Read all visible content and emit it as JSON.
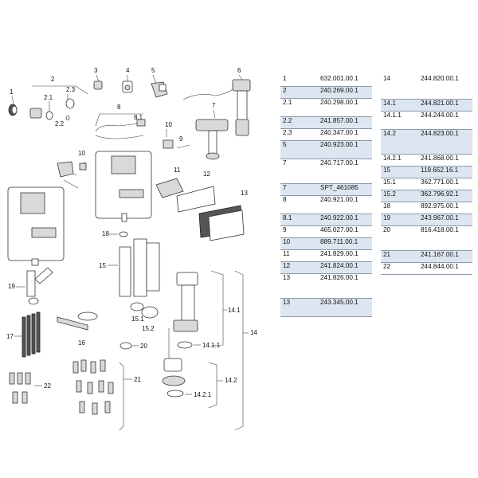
{
  "callouts": {
    "c1": "1",
    "c2": "2",
    "c2_1": "2.1",
    "c2_2": "2.2",
    "c2_3": "2.3",
    "c3": "3",
    "c4": "4",
    "c5": "5",
    "c6": "6",
    "c7": "7",
    "c8": "8",
    "c8_1": "8.1",
    "c9": "9",
    "c10a": "10",
    "c10b": "10",
    "c11": "11",
    "c12": "12",
    "c13": "13",
    "c14": "14",
    "c14_1": "14.1",
    "c14_1_1": "14.1.1",
    "c14_2": "14.2",
    "c14_2_1": "14.2.1",
    "c15": "15",
    "c15_1": "15.1",
    "c15_2": "15.2",
    "c16": "16",
    "c17": "17",
    "c18": "18",
    "c19": "19",
    "c20": "20",
    "c21": "21",
    "c22": "22"
  },
  "parts_left": [
    {
      "pos": "1",
      "article": "632.001.00.1",
      "shade": false
    },
    {
      "pos": "2",
      "article": "240.269.00.1",
      "shade": true
    },
    {
      "pos": "2.1",
      "article": "240.298.00.1",
      "shade": false,
      "tall": true
    },
    {
      "pos": "2.2",
      "article": "241.857.00.1",
      "shade": true
    },
    {
      "pos": "2.3",
      "article": "240.347.00.1",
      "shade": false
    },
    {
      "pos": "5",
      "article": "240.923.00.1",
      "shade": true,
      "tall": true
    },
    {
      "pos": "7",
      "article": "240.717.00.1",
      "shade": false,
      "taller": true
    },
    {
      "pos": "7",
      "article": "SPT_461085",
      "shade": true
    },
    {
      "pos": "8",
      "article": "240.921.00.1",
      "shade": false,
      "tall": true
    },
    {
      "pos": "8.1",
      "article": "240.922.00.1",
      "shade": true
    },
    {
      "pos": "9",
      "article": "465.027.00.1",
      "shade": false
    },
    {
      "pos": "10",
      "article": "889.711.00.1",
      "shade": true
    },
    {
      "pos": "11",
      "article": "241.829.00.1",
      "shade": false
    },
    {
      "pos": "12",
      "article": "241.824.00.1",
      "shade": true
    },
    {
      "pos": "13",
      "article": "241.826.00.1",
      "shade": false,
      "taller": true
    },
    {
      "pos": "13",
      "article": "243.345.00.1",
      "shade": true,
      "tall": true
    }
  ],
  "parts_right": [
    {
      "pos": "14",
      "article": "244.820.00.1",
      "shade": false,
      "taller": true
    },
    {
      "pos": "14.1",
      "article": "244.821.00.1",
      "shade": true
    },
    {
      "pos": "14.1.1",
      "article": "244.244.00.1",
      "shade": false,
      "tall": true
    },
    {
      "pos": "14.2",
      "article": "244.823.00.1",
      "shade": true,
      "taller": true
    },
    {
      "pos": "14.2.1",
      "article": "241.868.00.1",
      "shade": false
    },
    {
      "pos": "15",
      "article": "119.652.16.1",
      "shade": true
    },
    {
      "pos": "15.1",
      "article": "362.771.00.1",
      "shade": false
    },
    {
      "pos": "15.2",
      "article": "362.796.92.1",
      "shade": true
    },
    {
      "pos": "18",
      "article": "892.975.00.1",
      "shade": false
    },
    {
      "pos": "19",
      "article": "243.967.00.1",
      "shade": true
    },
    {
      "pos": "20",
      "article": "816.418.00.1",
      "shade": false,
      "taller": true
    },
    {
      "pos": "21",
      "article": "241.167.00.1",
      "shade": true
    },
    {
      "pos": "22",
      "article": "244.844.00.1",
      "shade": false
    }
  ]
}
